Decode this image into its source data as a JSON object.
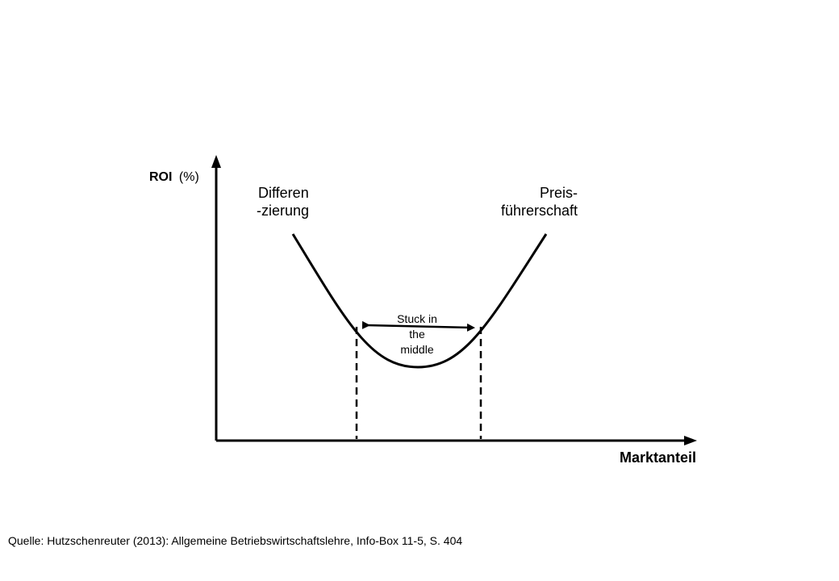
{
  "axes": {
    "y_label_bold": "ROI",
    "y_label_unit": "(%)",
    "x_label": "Marktanteil"
  },
  "curve_labels": {
    "left_line1": "Differen",
    "left_line2": "-zierung",
    "right_line1": "Preis-",
    "right_line2": "führerschaft"
  },
  "middle_label": {
    "line1": "Stuck in",
    "line2": "the",
    "line3": "middle"
  },
  "source": "Quelle: Hutzschenreuter (2013): Allgemeine Betriebswirtschaftslehre, Info-Box 11-5, S. 404",
  "colors": {
    "stroke": "#000000",
    "background": "#ffffff"
  }
}
